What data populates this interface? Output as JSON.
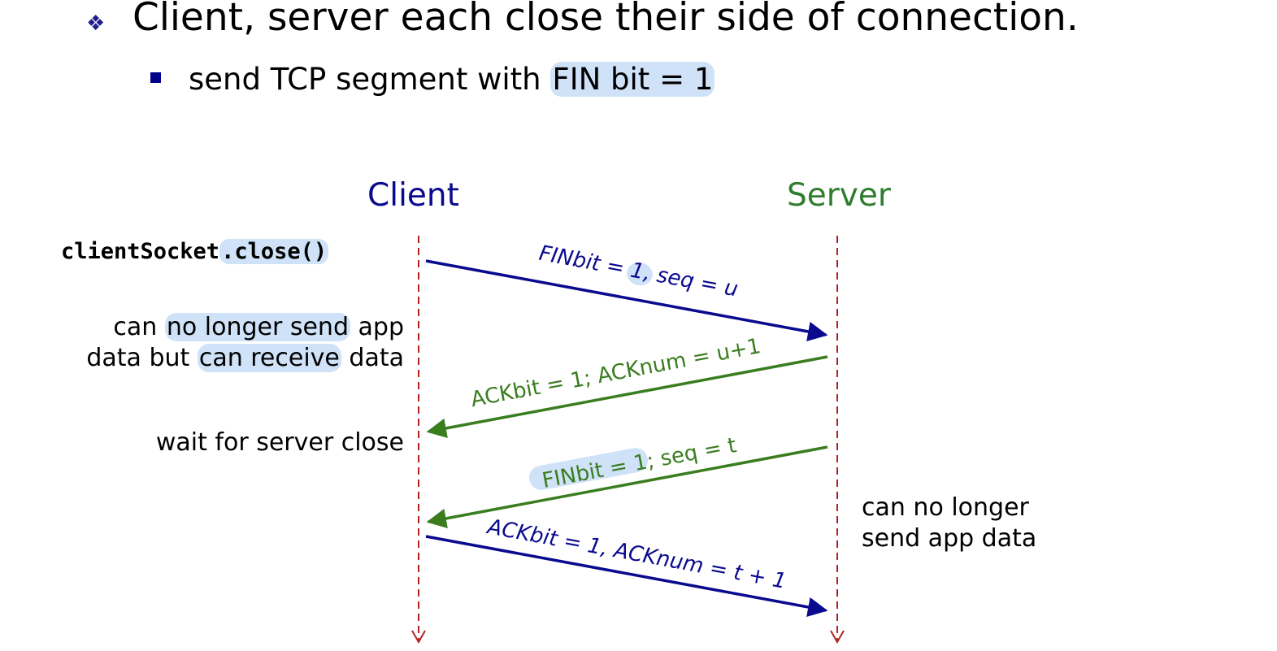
{
  "bullets": {
    "main": "Client, server each close their side of connection.",
    "sub_prefix": "send TCP segment with ",
    "sub_highlight": "FIN bit = 1"
  },
  "entities": {
    "client": "Client",
    "server": "Server"
  },
  "client_notes": {
    "close_call_a": "clientSocket",
    "close_call_b": ".close()",
    "state1_line1_a": "can ",
    "state1_line1_b": "no longer send",
    "state1_line1_c": " app",
    "state1_line2_a": "data but ",
    "state1_line2_b": "can receive",
    "state1_line2_c": " data",
    "state2": "wait for server close"
  },
  "server_notes": {
    "line1": "can no longer",
    "line2": "send app data"
  },
  "messages": [
    {
      "label": "FINbit = 1, seq = u",
      "direction": "client-to-server",
      "color": "#0a0a8f"
    },
    {
      "label": "ACKbit = 1; ACKnum = u+1",
      "direction": "server-to-client",
      "color": "#3a7d1f"
    },
    {
      "label": "FINbit = 1; seq = t",
      "direction": "server-to-client",
      "color": "#3a7d1f"
    },
    {
      "label": "ACKbit = 1, ACKnum = t + 1",
      "direction": "client-to-server",
      "color": "#0a0a8f"
    }
  ],
  "colors": {
    "client_blue": "#0a0a8f",
    "server_green": "#3a7d1f",
    "timeline_red": "#b22222",
    "highlight": "#cfe2f7"
  }
}
